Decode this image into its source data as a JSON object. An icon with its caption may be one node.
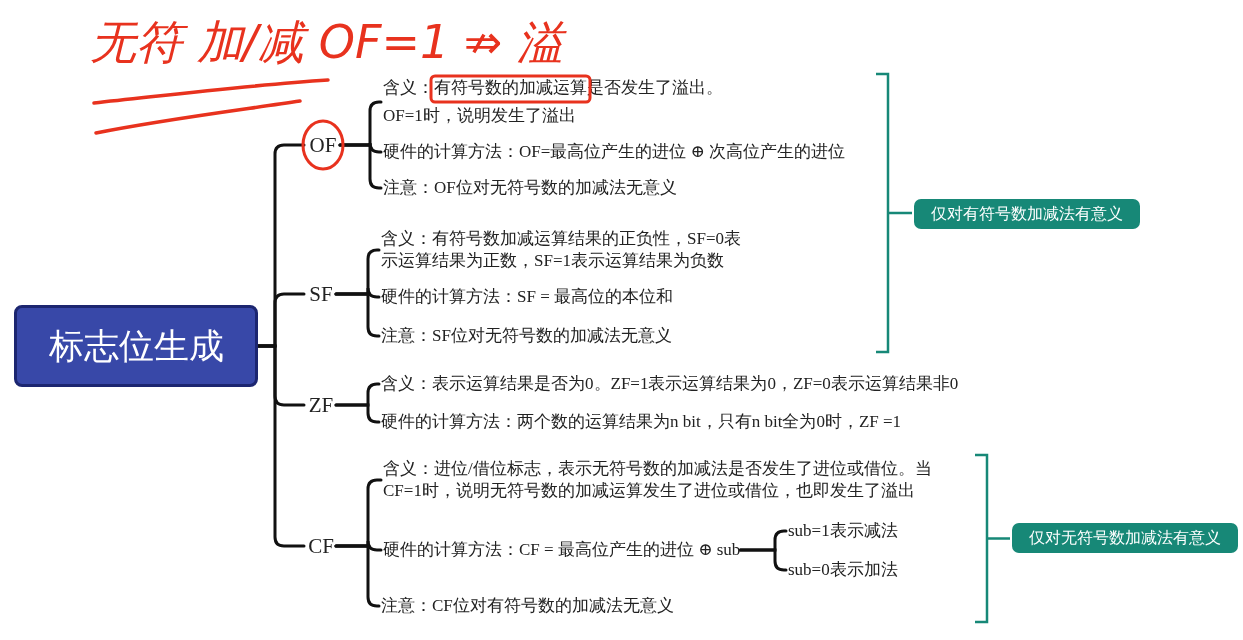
{
  "diagram": {
    "nodes": [
      {
        "text": [
          "标志位生成"
        ]
      },
      {
        "text": [
          "OF"
        ]
      },
      {
        "text": [
          "SF"
        ]
      },
      {
        "text": [
          "ZF"
        ]
      },
      {
        "text": [
          "CF"
        ]
      },
      {
        "text": [
          "含义：有符号数的加减运算是否发生了溢出。",
          "OF=1时，说明发生了溢出"
        ]
      },
      {
        "text": [
          "硬件的计算方法：OF=最高位产生的进位 ⊕ 次高位产生的进位"
        ]
      },
      {
        "text": [
          "注意：OF位对无符号数的加减法无意义"
        ]
      },
      {
        "text": [
          "含义：有符号数加减运算结果的正负性，SF=0表示运算结果为正数，SF=1表示运算结果为负数"
        ]
      },
      {
        "text": [
          "硬件的计算方法：SF = 最高位的本位和"
        ]
      },
      {
        "text": [
          "注意：SF位对无符号数的加减法无意义"
        ]
      },
      {
        "text": [
          "含义：表示运算结果是否为0。ZF=1表示运算结果为0，ZF=0表示运算结果非0"
        ]
      },
      {
        "text": [
          "硬件的计算方法：两个数的运算结果为n bit，只有n bit全为0时，ZF =1"
        ]
      },
      {
        "text": [
          "含义：进位/借位标志，表示无符号数的加减法是否发生了进位或借位。当CF=1时，说明无符号数的加减运算发生了进位或借位，也即发生了溢出"
        ]
      },
      {
        "text": [
          "硬件的计算方法：CF = 最高位产生的进位 ⊕ sub"
        ]
      },
      {
        "text": [
          "sub=1表示减法"
        ]
      },
      {
        "text": [
          "sub=0表示加法"
        ]
      },
      {
        "text": [
          "注意：CF位对有符号数的加减法无意义"
        ]
      },
      {
        "text": [
          "仅对有符号数加减法有意义"
        ]
      },
      {
        "text": [
          "仅对无符号数加减法有意义"
        ]
      }
    ],
    "edges": [
      {
        "from": 0,
        "to": 1,
        "arrow": "none"
      },
      {
        "from": 0,
        "to": 2,
        "arrow": "none"
      },
      {
        "from": 0,
        "to": 3,
        "arrow": "none"
      },
      {
        "from": 0,
        "to": 4,
        "arrow": "none"
      },
      {
        "from": 1,
        "to": 5,
        "arrow": "none"
      },
      {
        "from": 1,
        "to": 6,
        "arrow": "none"
      },
      {
        "from": 1,
        "to": 7,
        "arrow": "none"
      },
      {
        "from": 2,
        "to": 8,
        "arrow": "none"
      },
      {
        "from": 2,
        "to": 9,
        "arrow": "none"
      },
      {
        "from": 2,
        "to": 10,
        "arrow": "none"
      },
      {
        "from": 3,
        "to": 11,
        "arrow": "none"
      },
      {
        "from": 3,
        "to": 12,
        "arrow": "none"
      },
      {
        "from": 4,
        "to": 13,
        "arrow": "none"
      },
      {
        "from": 4,
        "to": 14,
        "arrow": "none"
      },
      {
        "from": 4,
        "to": 17,
        "arrow": "none"
      },
      {
        "from": 14,
        "to": 15,
        "arrow": "none"
      },
      {
        "from": 14,
        "to": 16,
        "arrow": "none"
      }
    ],
    "labels": [
      "无符 加/减 OF=1 ⇏ 溢"
    ]
  }
}
